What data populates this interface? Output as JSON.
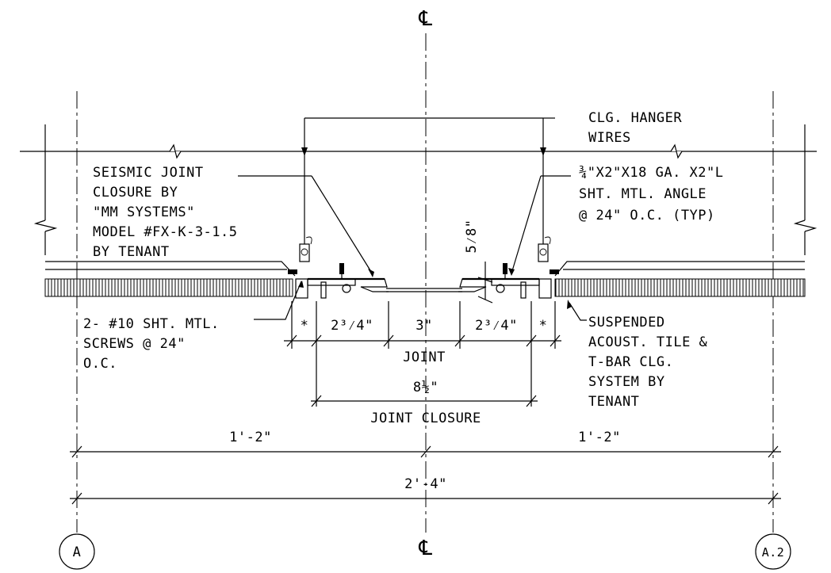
{
  "centerline": {
    "top_symbol": "℄",
    "bottom_symbol": "℄"
  },
  "grid_bubbles": {
    "left": "A",
    "right": "A.2"
  },
  "notes": {
    "hanger_wires": [
      "CLG. HANGER",
      "WIRES"
    ],
    "seismic_closure": [
      "SEISMIC JOINT",
      "CLOSURE BY",
      "\"MM SYSTEMS\"",
      "MODEL #FX-K-3-1.5",
      "BY TENANT"
    ],
    "angle": [
      "¾\"X2\"X18 GA. X2\"L",
      "SHT. MTL. ANGLE",
      "@ 24\" O.C. (TYP)"
    ],
    "screws": [
      "2- #10 SHT. MTL.",
      "SCREWS @ 24\"",
      "O.C."
    ],
    "ceiling": [
      "SUSPENDED",
      "ACOUST. TILE &",
      "T-BAR CLG.",
      "SYSTEM BY",
      "TENANT"
    ]
  },
  "dimensions": {
    "gap_vertical": "5⁄8\"",
    "asterisk_left": "*",
    "seg_left": "2³⁄4\"",
    "seg_joint": "3\"",
    "seg_right": "2³⁄4\"",
    "asterisk_right": "*",
    "joint_label": "JOINT",
    "closure_value": "8½\"",
    "closure_label": "JOINT CLOSURE",
    "half_left": "1'-2\"",
    "half_right": "1'-2\"",
    "overall": "2'-4\""
  }
}
